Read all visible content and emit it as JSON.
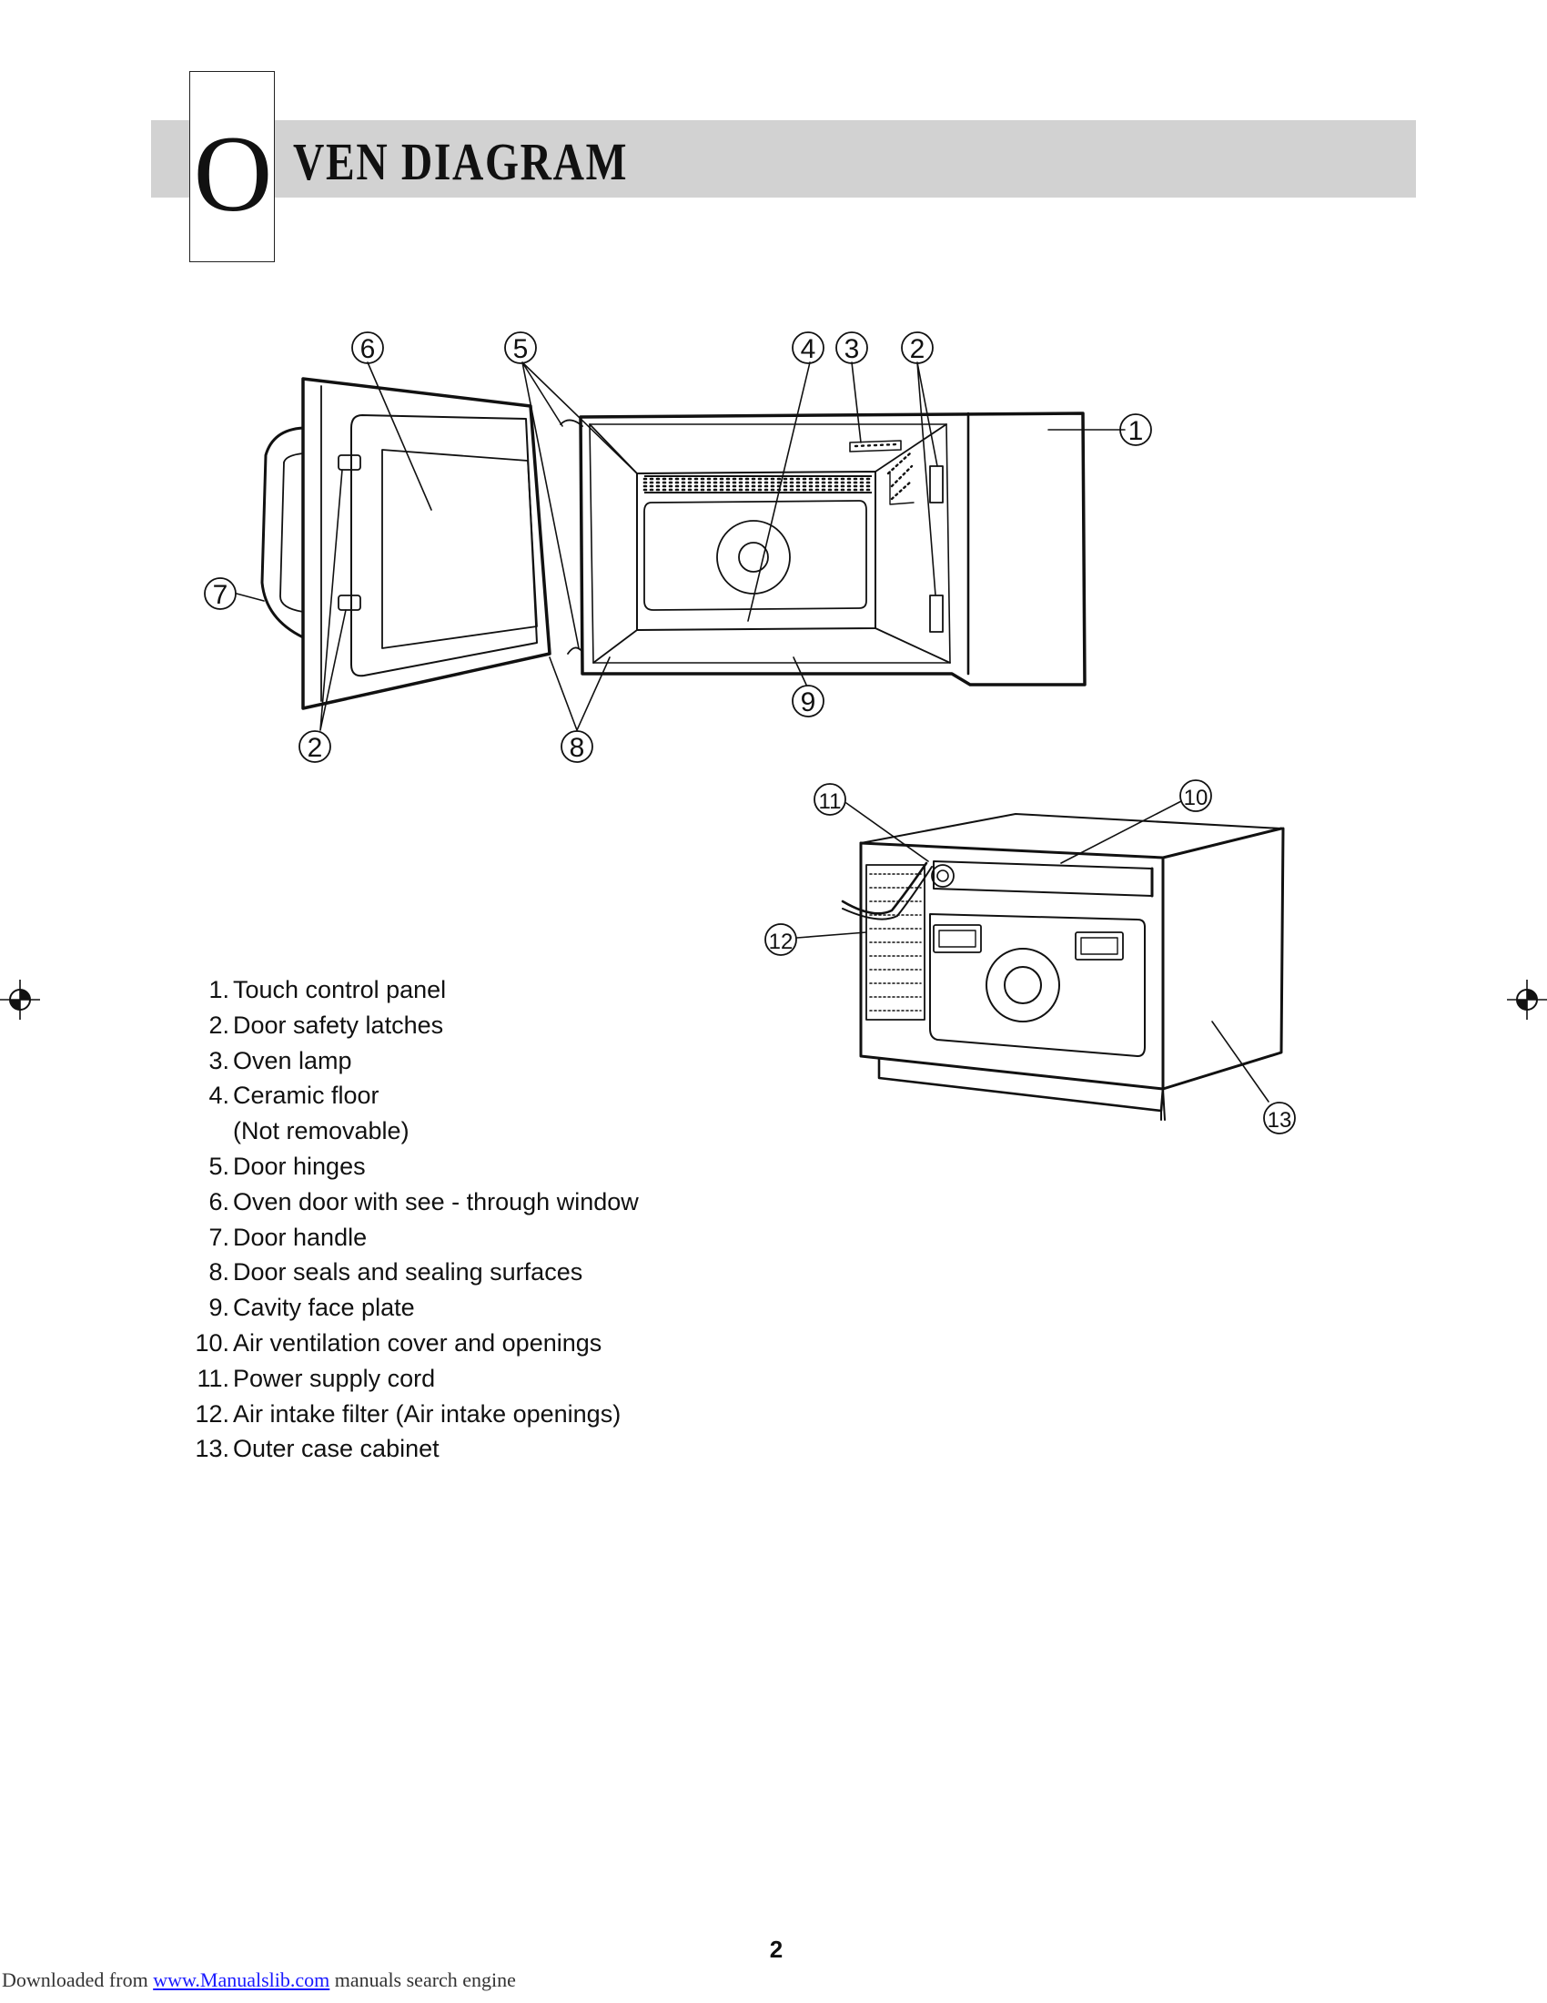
{
  "header": {
    "big_letter": "O",
    "title_rest": "VEN DIAGRAM"
  },
  "diagram": {
    "callouts": [
      "1",
      "2",
      "3",
      "4",
      "5",
      "6",
      "7",
      "8",
      "9",
      "10",
      "11",
      "12",
      "13"
    ]
  },
  "parts": [
    {
      "num": "1.",
      "label": "Touch control panel"
    },
    {
      "num": "2.",
      "label": "Door safety latches"
    },
    {
      "num": "3.",
      "label": "Oven lamp"
    },
    {
      "num": "4.",
      "label": "Ceramic floor",
      "sub": "(Not removable)"
    },
    {
      "num": "5.",
      "label": "Door hinges"
    },
    {
      "num": "6.",
      "label": "Oven door with see - through window"
    },
    {
      "num": "7.",
      "label": "Door handle"
    },
    {
      "num": "8.",
      "label": "Door seals and sealing surfaces"
    },
    {
      "num": "9.",
      "label": "Cavity face plate"
    },
    {
      "num": "10.",
      "label": "Air ventilation cover and openings"
    },
    {
      "num": "11.",
      "label": "Power supply cord"
    },
    {
      "num": "12.",
      "label": "Air intake filter (Air intake openings)"
    },
    {
      "num": "13.",
      "label": "Outer case cabinet"
    }
  ],
  "page_number": "2",
  "footer": {
    "prefix": "Downloaded from ",
    "link_text": "www.Manualslib.com",
    "suffix": " manuals search engine"
  }
}
